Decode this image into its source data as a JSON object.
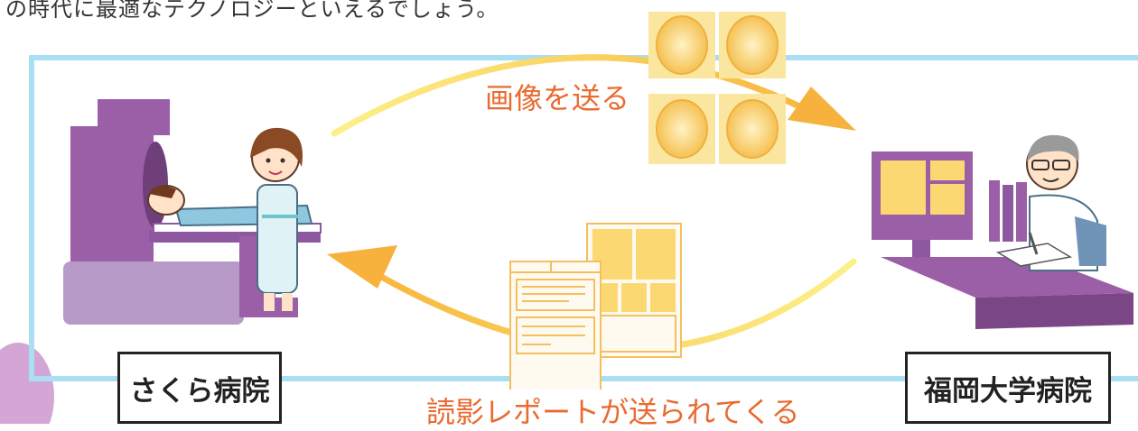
{
  "intro_text": "の時代に最適なテクノロジーといえるでしょう。",
  "flow": {
    "send_label": "画像を送る",
    "return_label": "読影レポートが送られてくる"
  },
  "hospitals": {
    "source": "さくら病院",
    "destination": "福岡大学病院"
  },
  "colors": {
    "frame": "#a9def3",
    "arrow": "#f6c349",
    "accent_text": "#ea6a30",
    "equipment": "#9a5fa6"
  }
}
